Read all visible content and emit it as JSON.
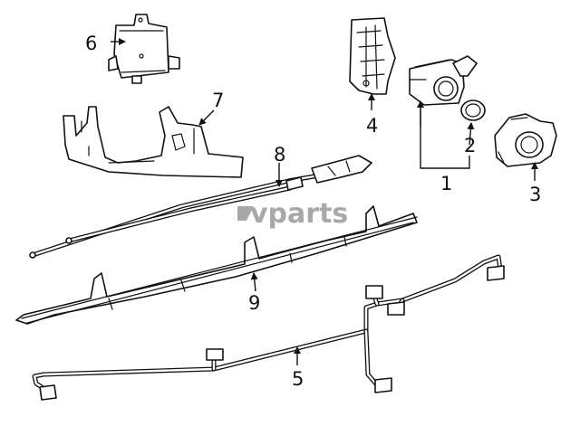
{
  "watermark": {
    "text": "vparts",
    "color": "#a8a8a8"
  },
  "callouts": {
    "c1": "1",
    "c2": "2",
    "c3": "3",
    "c4": "4",
    "c5": "5",
    "c6": "6",
    "c7": "7",
    "c8": "8",
    "c9": "9"
  },
  "colors": {
    "line": "#111111",
    "background": "#ffffff"
  }
}
